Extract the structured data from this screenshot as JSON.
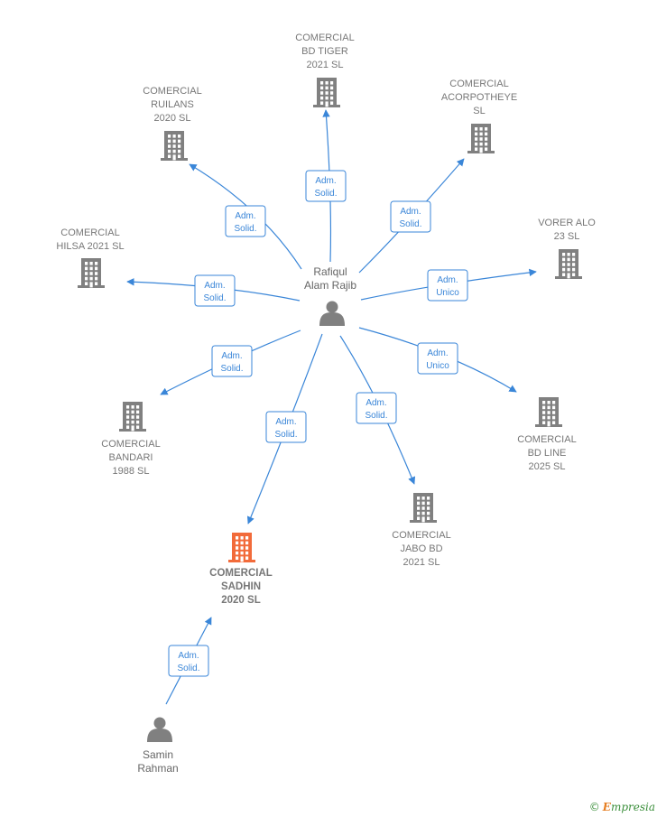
{
  "colors": {
    "building": "#808080",
    "highlight": "#f26b3a",
    "edge": "#3a86d8",
    "person": "#808080"
  },
  "center_person": {
    "label_lines": [
      "Rafiqul",
      "Alam Rajib"
    ],
    "icon": "person-icon"
  },
  "second_person": {
    "label_lines": [
      "Samin",
      "Rahman"
    ],
    "icon": "person-icon"
  },
  "companies": [
    {
      "id": "bd-tiger",
      "label_lines": [
        "COMERCIAL",
        "BD TIGER",
        "2021  SL"
      ],
      "icon": "building-icon",
      "highlight": false
    },
    {
      "id": "acorpotheye",
      "label_lines": [
        "COMERCIAL",
        "ACORPOTHEYE",
        "SL"
      ],
      "icon": "building-icon",
      "highlight": false
    },
    {
      "id": "ruilans",
      "label_lines": [
        "COMERCIAL",
        "RUILANS",
        "2020  SL"
      ],
      "icon": "building-icon",
      "highlight": false
    },
    {
      "id": "vorer-alo",
      "label_lines": [
        "VORER ALO",
        "23  SL"
      ],
      "icon": "building-icon",
      "highlight": false
    },
    {
      "id": "hilsa",
      "label_lines": [
        "COMERCIAL",
        "HILSA 2021  SL"
      ],
      "icon": "building-icon",
      "highlight": false
    },
    {
      "id": "bandari",
      "label_lines": [
        "COMERCIAL",
        "BANDARI",
        "1988  SL"
      ],
      "icon": "building-icon",
      "highlight": false
    },
    {
      "id": "bd-line",
      "label_lines": [
        "COMERCIAL",
        "BD LINE",
        "2025  SL"
      ],
      "icon": "building-icon",
      "highlight": false
    },
    {
      "id": "jabo-bd",
      "label_lines": [
        "COMERCIAL",
        "JABO BD",
        "2021  SL"
      ],
      "icon": "building-icon",
      "highlight": false
    },
    {
      "id": "sadhin",
      "label_lines": [
        "COMERCIAL",
        "SADHIN",
        "2020  SL"
      ],
      "icon": "building-icon",
      "highlight": true
    }
  ],
  "relations": [
    {
      "from": "center",
      "to": "bd-tiger",
      "label_lines": [
        "Adm.",
        "Solid."
      ]
    },
    {
      "from": "center",
      "to": "acorpotheye",
      "label_lines": [
        "Adm.",
        "Solid."
      ]
    },
    {
      "from": "center",
      "to": "ruilans",
      "label_lines": [
        "Adm.",
        "Solid."
      ]
    },
    {
      "from": "center",
      "to": "vorer-alo",
      "label_lines": [
        "Adm.",
        "Unico"
      ]
    },
    {
      "from": "center",
      "to": "hilsa",
      "label_lines": [
        "Adm.",
        "Solid."
      ]
    },
    {
      "from": "center",
      "to": "bandari",
      "label_lines": [
        "Adm.",
        "Solid."
      ]
    },
    {
      "from": "center",
      "to": "bd-line",
      "label_lines": [
        "Adm.",
        "Unico"
      ]
    },
    {
      "from": "center",
      "to": "jabo-bd",
      "label_lines": [
        "Adm.",
        "Solid."
      ]
    },
    {
      "from": "center",
      "to": "sadhin",
      "label_lines": [
        "Adm.",
        "Solid."
      ]
    },
    {
      "from": "second",
      "to": "sadhin",
      "label_lines": [
        "Adm.",
        "Solid."
      ]
    }
  ],
  "brand": {
    "copyright_symbol": "©",
    "first_letter": "E",
    "rest": "mpresia"
  }
}
